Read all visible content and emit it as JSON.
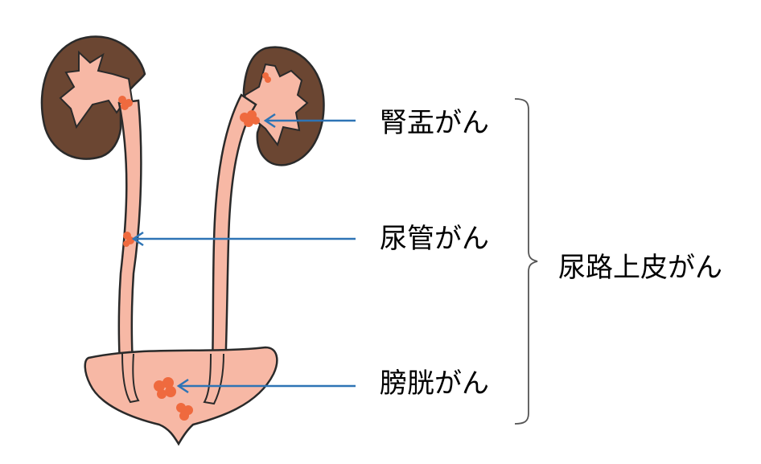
{
  "labels": {
    "renal_pelvis": "腎盂がん",
    "ureter": "尿管がん",
    "bladder": "膀胱がん",
    "upper_tract": "尿路上皮がん"
  },
  "colors": {
    "kidney_cortex": "#6b4632",
    "urinary_tissue": "#f7b8a5",
    "tumor": "#ef6a3e",
    "outline": "#2a2a2a",
    "arrow": "#2e74b5",
    "bracket": "#555555"
  }
}
